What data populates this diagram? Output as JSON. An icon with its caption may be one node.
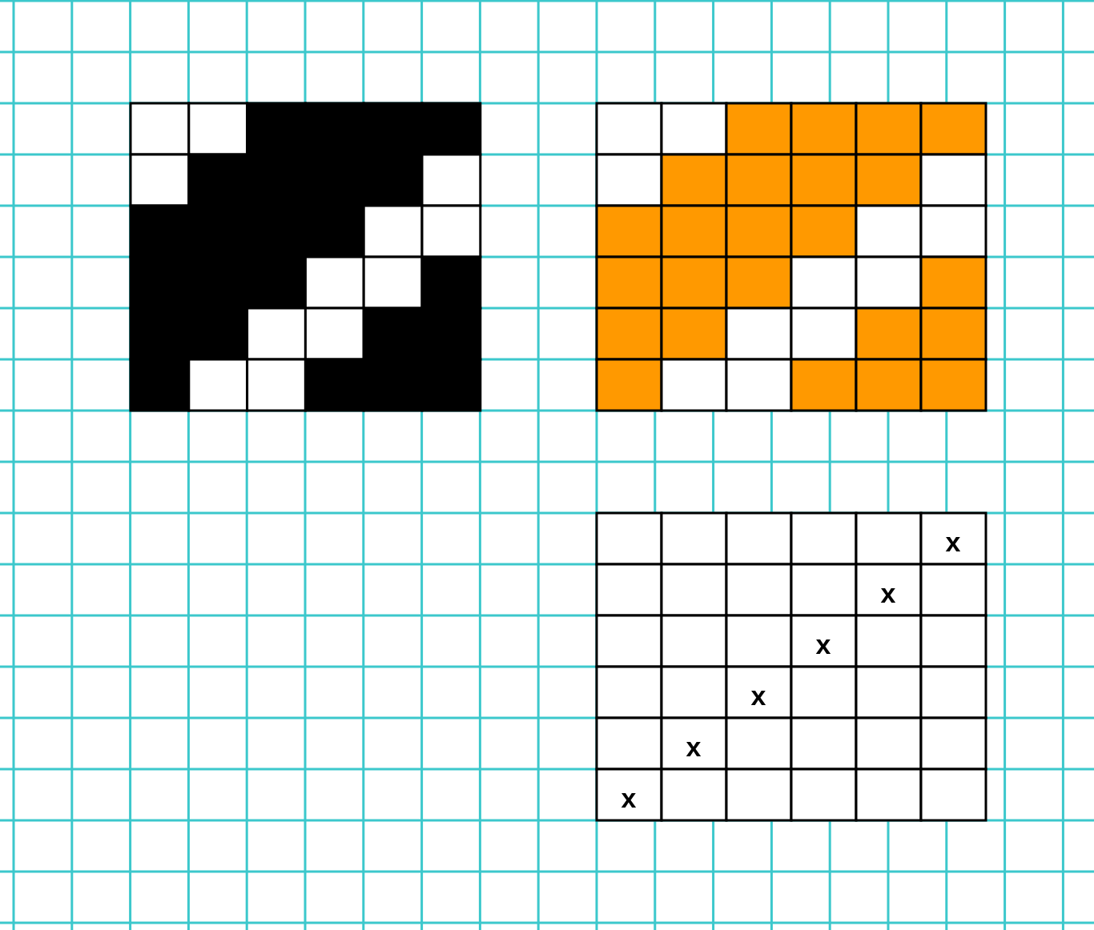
{
  "diagram": {
    "labels": [
      "x",
      "x",
      "x",
      "x",
      "x",
      "x"
    ]
  }
}
